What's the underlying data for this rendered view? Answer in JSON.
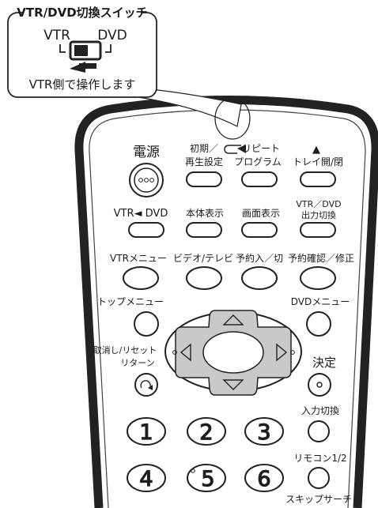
{
  "callout": {
    "title": "VTR/DVD切換スイッチ",
    "vtr": "VTR",
    "dvd": "DVD",
    "caption": "VTR側で操作します"
  },
  "labels": {
    "power": "電源",
    "init_1": "初期／",
    "init_2": "再生設定",
    "repeat": "リピート",
    "program": "プログラム",
    "eject_icon": "▲",
    "tray": "トレイ開/閉",
    "vtr_dvd": "VTR◄ DVD",
    "display_main": "本体表示",
    "display_screen": "画面表示",
    "out_sw_1": "VTR／DVD",
    "out_sw_2": "出力切換",
    "vtr_menu": "VTRメニュー",
    "video_tv": "ビデオ/テレビ",
    "timer_onoff": "予約入／切",
    "timer_confirm": "予約確認／修正",
    "top_menu": "トップメニュー",
    "dvd_menu": "DVDメニュー",
    "cancel_1": "取消し/リセット",
    "cancel_2": "リターン",
    "enter": "決定",
    "input_sw": "入力切換",
    "remocon": "リモコン1/2",
    "skip_search": "スキップサーチ"
  },
  "numbers": [
    "1",
    "2",
    "3",
    "4",
    "5",
    "6"
  ]
}
